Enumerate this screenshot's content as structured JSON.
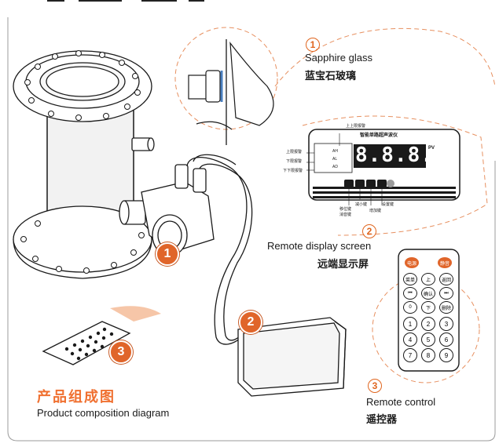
{
  "callouts": {
    "sapphire": {
      "number": "1",
      "en": "Sapphire glass",
      "zh": "蓝宝石玻璃"
    },
    "display": {
      "number": "2",
      "en": "Remote display screen",
      "zh": "远端显示屏"
    },
    "remote": {
      "number": "3",
      "en": "Remote control",
      "zh": "遥控器"
    }
  },
  "title": {
    "zh": "产品组成图",
    "en": "Product composition diagram"
  },
  "badges": [
    "1",
    "2",
    "3"
  ],
  "display_panel": {
    "header": "智能单路超声波仪",
    "digits": "8.8.8.8.",
    "unit": "PV",
    "top_label": "上上限报警",
    "left_labels": [
      "上限报警",
      "下限报警",
      "下下限报警"
    ],
    "led_labels": [
      "AH",
      "AL",
      "AD"
    ],
    "bottom_labels": [
      "减小键",
      "增加键",
      "设置键",
      "移位键",
      "消音键"
    ]
  },
  "remote_keys": {
    "row1": [
      "电源",
      "静音"
    ],
    "row2": [
      "菜单",
      "上",
      "返回"
    ],
    "row3": [
      "⏮",
      "确认",
      "⏭"
    ],
    "row4": [
      "0",
      "下",
      "删除"
    ],
    "digits": [
      "1",
      "2",
      "3",
      "4",
      "5",
      "6",
      "7",
      "8",
      "9"
    ]
  },
  "colors": {
    "accent": "#e0652a",
    "title": "#f07030",
    "dash": "#e79060",
    "ink": "#1a1a1a"
  }
}
